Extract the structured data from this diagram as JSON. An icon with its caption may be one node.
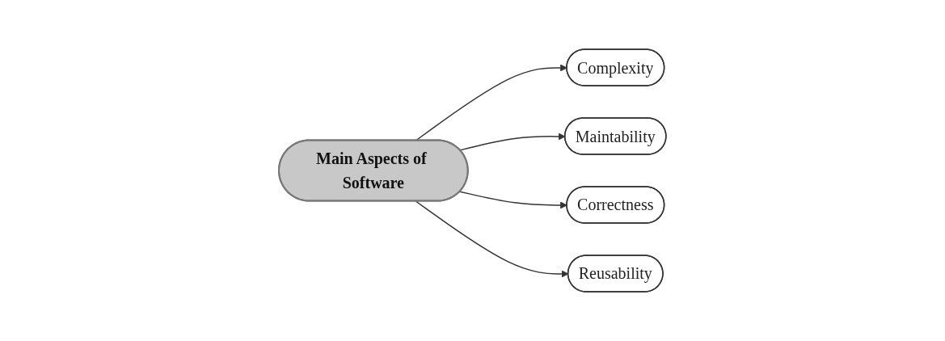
{
  "diagram": {
    "nodes": [
      {
        "text": [
          "Complexity"
        ]
      },
      {
        "text": [
          "Maintability"
        ]
      },
      {
        "text": [
          "Main Aspects of Software"
        ]
      },
      {
        "text": [
          "Correctness"
        ]
      },
      {
        "text": [
          "Reusability"
        ]
      }
    ],
    "edges": [
      {
        "from": 2,
        "to": 0,
        "arrow": "to"
      },
      {
        "from": 2,
        "to": 1,
        "arrow": "to"
      },
      {
        "from": 2,
        "to": 3,
        "arrow": "to"
      },
      {
        "from": 2,
        "to": 4,
        "arrow": "to"
      }
    ]
  }
}
